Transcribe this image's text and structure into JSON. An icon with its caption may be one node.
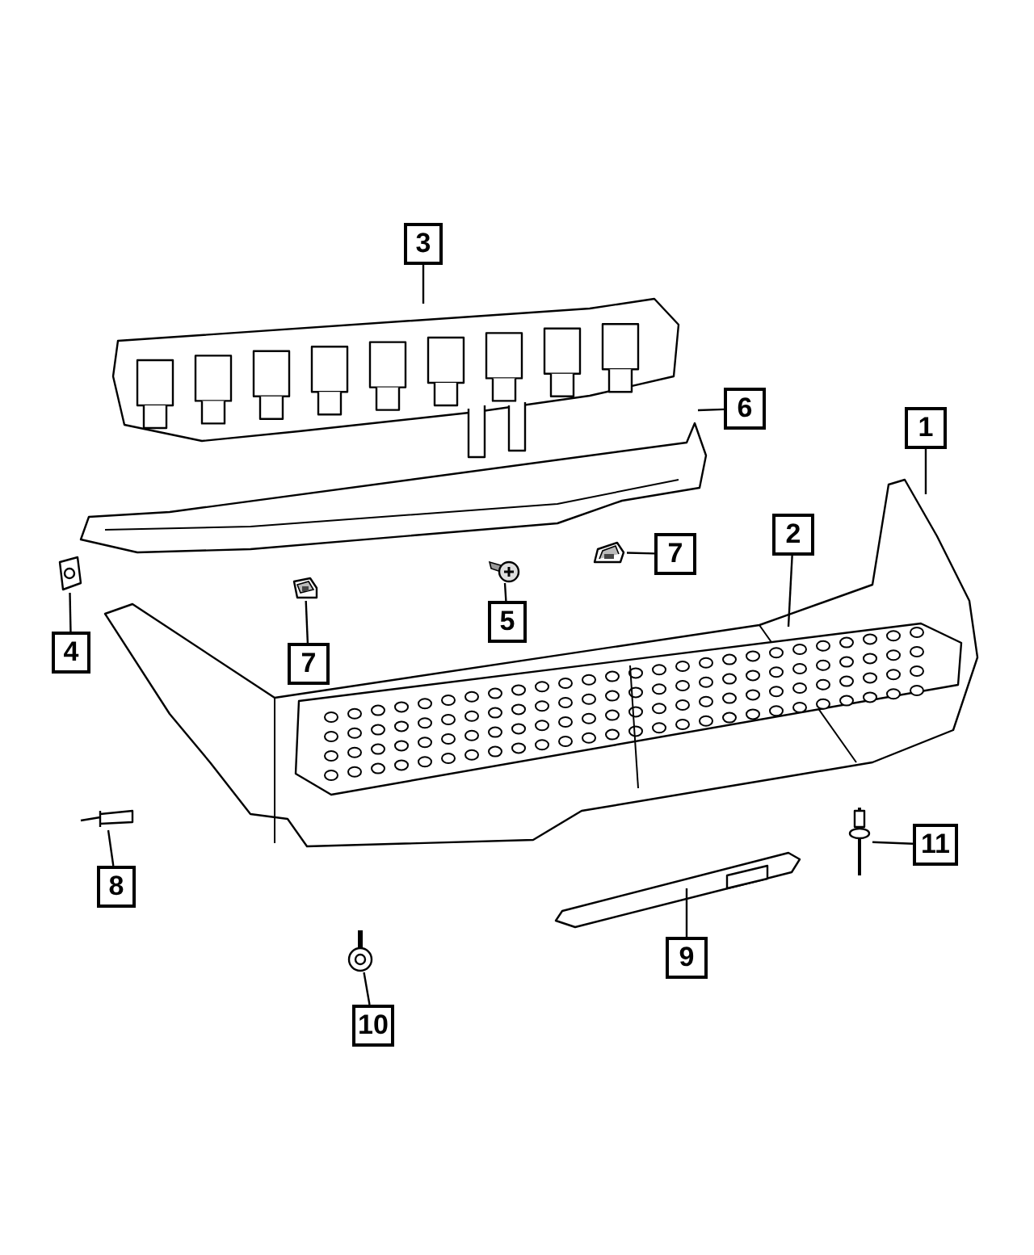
{
  "diagram": {
    "nodes": [
      {
        "text": [
          "3"
        ]
      },
      {
        "text": [],
        "shape": "picture"
      },
      {
        "text": [
          "6"
        ]
      },
      {
        "text": [],
        "shape": "picture"
      },
      {
        "text": [
          "1"
        ]
      },
      {
        "text": [],
        "shape": "picture"
      },
      {
        "text": [
          "2"
        ]
      },
      {
        "text": [],
        "shape": "picture",
        "in": 5
      },
      {
        "text": [
          "7"
        ]
      },
      {
        "text": [],
        "shape": "picture"
      },
      {
        "text": [
          "4"
        ]
      },
      {
        "text": [],
        "shape": "picture"
      },
      {
        "text": [
          "5"
        ]
      },
      {
        "text": [],
        "shape": "picture"
      },
      {
        "text": [
          "7"
        ]
      },
      {
        "text": [],
        "shape": "picture"
      },
      {
        "text": [
          "8"
        ]
      },
      {
        "text": [],
        "shape": "picture"
      },
      {
        "text": [
          "11"
        ]
      },
      {
        "text": [],
        "shape": "picture"
      },
      {
        "text": [
          "9"
        ]
      },
      {
        "text": [],
        "shape": "picture"
      },
      {
        "text": [
          "10"
        ]
      },
      {
        "text": [],
        "shape": "picture"
      }
    ],
    "edges": [
      {
        "from": 0,
        "to": 1,
        "arrow": "none"
      },
      {
        "from": 2,
        "to": 3,
        "arrow": "none"
      },
      {
        "from": 4,
        "to": 5,
        "arrow": "none"
      },
      {
        "from": 6,
        "to": 7,
        "arrow": "none"
      },
      {
        "from": 8,
        "to": 9,
        "arrow": "none"
      },
      {
        "from": 10,
        "to": 11,
        "arrow": "none"
      },
      {
        "from": 12,
        "to": 13,
        "arrow": "none"
      },
      {
        "from": 14,
        "to": 15,
        "arrow": "none"
      },
      {
        "from": 16,
        "to": 17,
        "arrow": "none"
      },
      {
        "from": 18,
        "to": 19,
        "arrow": "none"
      },
      {
        "from": 20,
        "to": 21,
        "arrow": "none"
      },
      {
        "from": 22,
        "to": 23,
        "arrow": "none"
      }
    ]
  }
}
